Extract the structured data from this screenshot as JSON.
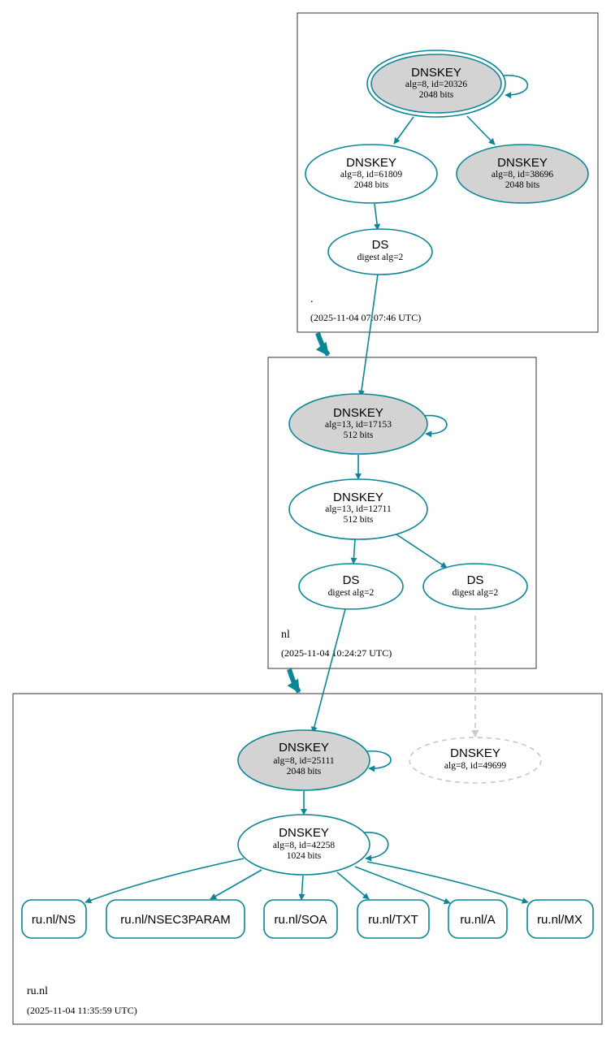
{
  "colors": {
    "edge": "#0a8796",
    "node_stroke": "#0a8796",
    "key_fill_sep": "#d3d3d3",
    "inactive": "#c8c8c8",
    "zone_border": "#333333"
  },
  "zones": {
    "root": {
      "name": ".",
      "timestamp": "(2025-11-04 07:07:46 UTC)"
    },
    "nl": {
      "name": "nl",
      "timestamp": "(2025-11-04 10:24:27 UTC)"
    },
    "runl": {
      "name": "ru.nl",
      "timestamp": "(2025-11-04 11:35:59 UTC)"
    }
  },
  "nodes": {
    "root_ksk": {
      "type": "DNSKEY",
      "detail": "alg=8, id=20326",
      "bits": "2048 bits"
    },
    "root_zsk1": {
      "type": "DNSKEY",
      "detail": "alg=8, id=61809",
      "bits": "2048 bits"
    },
    "root_zsk2": {
      "type": "DNSKEY",
      "detail": "alg=8, id=38696",
      "bits": "2048 bits"
    },
    "root_ds": {
      "type": "DS",
      "detail": "digest alg=2"
    },
    "nl_ksk": {
      "type": "DNSKEY",
      "detail": "alg=13, id=17153",
      "bits": "512 bits"
    },
    "nl_zsk": {
      "type": "DNSKEY",
      "detail": "alg=13, id=12711",
      "bits": "512 bits"
    },
    "nl_ds1": {
      "type": "DS",
      "detail": "digest alg=2"
    },
    "nl_ds2": {
      "type": "DS",
      "detail": "digest alg=2"
    },
    "ru_ksk": {
      "type": "DNSKEY",
      "detail": "alg=8, id=25111",
      "bits": "2048 bits"
    },
    "ru_missing": {
      "type": "DNSKEY",
      "detail": "alg=8, id=49699"
    },
    "ru_zsk": {
      "type": "DNSKEY",
      "detail": "alg=8, id=42258",
      "bits": "1024 bits"
    }
  },
  "rrsets": {
    "ns": "ru.nl/NS",
    "nsec3param": "ru.nl/NSEC3PARAM",
    "soa": "ru.nl/SOA",
    "txt": "ru.nl/TXT",
    "a": "ru.nl/A",
    "mx": "ru.nl/MX"
  }
}
